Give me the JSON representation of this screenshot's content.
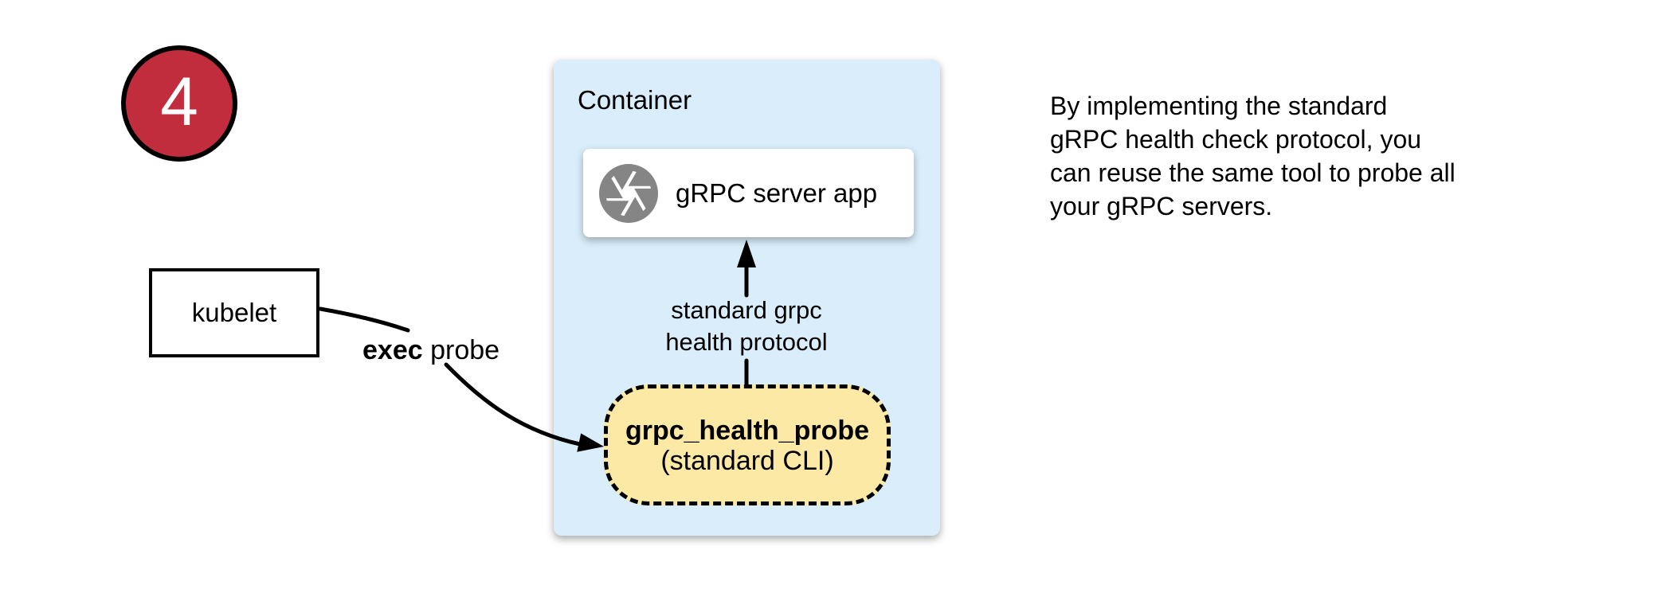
{
  "badge": {
    "number": "4",
    "fill": "#c22d3e"
  },
  "kubelet": {
    "label": "kubelet"
  },
  "container": {
    "label": "Container",
    "fill": "#d9eefa",
    "server_app": {
      "label": "gRPC server app",
      "icon": "aperture-icon",
      "icon_color": "#858585"
    },
    "probe_box": {
      "title": "grpc_health_probe",
      "subtitle": "(standard CLI)",
      "fill": "#fce9a5"
    }
  },
  "edges": {
    "exec_probe": {
      "label_bold": "exec",
      "label_rest": " probe"
    },
    "health_protocol": {
      "label": "standard grpc\nhealth protocol"
    }
  },
  "note": {
    "text": "By implementing the standard\ngRPC health check protocol, you\ncan reuse the same tool to probe all\nyour gRPC servers."
  }
}
